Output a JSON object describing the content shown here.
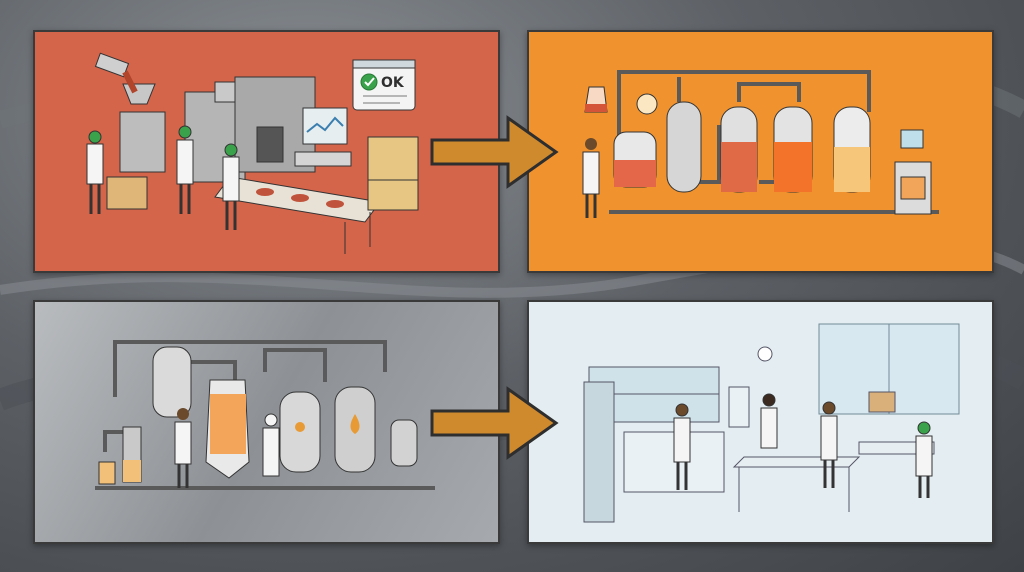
{
  "panels": [
    {
      "name": "production-line"
    },
    {
      "name": "processing-vessels"
    },
    {
      "name": "stainless-tank-plant"
    },
    {
      "name": "quality-lab"
    }
  ],
  "status_window": {
    "label": "OK"
  },
  "colors": {
    "panel1_bg": "#d4644a",
    "panel2_bg": "#f0922e",
    "panel3_bg": "#a6aaae",
    "panel4_bg": "#e4eef2",
    "arrow": "#d08a2e",
    "ok_check": "#3aa24a"
  },
  "icons": [
    "right-arrow-icon",
    "right-arrow-icon",
    "check-circle-icon"
  ]
}
